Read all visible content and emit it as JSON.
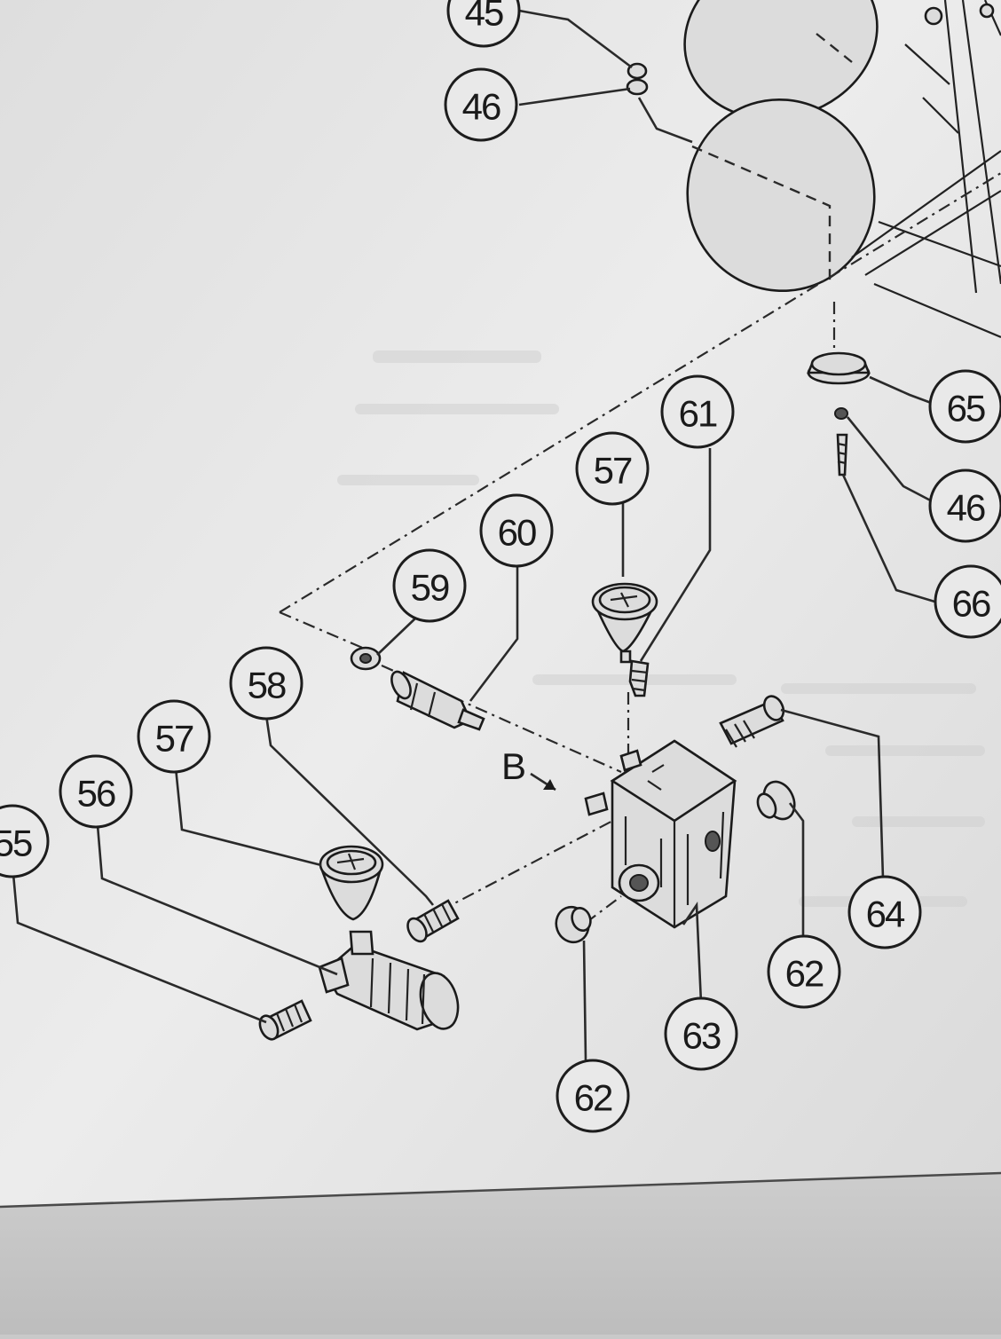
{
  "callouts": [
    {
      "id": "c45",
      "label": "45"
    },
    {
      "id": "c46a",
      "label": "46"
    },
    {
      "id": "c61",
      "label": "61"
    },
    {
      "id": "c57a",
      "label": "57"
    },
    {
      "id": "c60",
      "label": "60"
    },
    {
      "id": "c59",
      "label": "59"
    },
    {
      "id": "c58",
      "label": "58"
    },
    {
      "id": "c57b",
      "label": "57"
    },
    {
      "id": "c56",
      "label": "56"
    },
    {
      "id": "c55",
      "label": "55"
    },
    {
      "id": "c65",
      "label": "65"
    },
    {
      "id": "c46b",
      "label": "46"
    },
    {
      "id": "c66",
      "label": "66"
    },
    {
      "id": "c64",
      "label": "64"
    },
    {
      "id": "c62a",
      "label": "62"
    },
    {
      "id": "c63",
      "label": "63"
    },
    {
      "id": "c62b",
      "label": "62"
    }
  ],
  "view_marker": {
    "label": "B"
  },
  "colors": {
    "paper": "#e6e6e6",
    "ink": "#1b1b1b",
    "shadow": "#bdbdbd"
  }
}
